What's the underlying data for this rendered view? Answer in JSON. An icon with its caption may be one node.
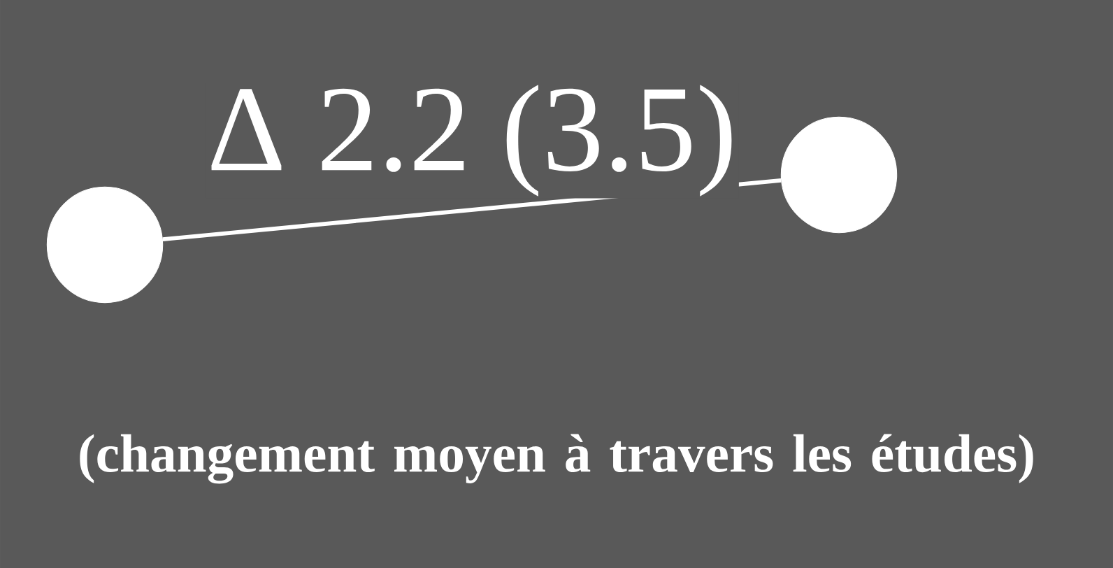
{
  "diagram": {
    "nodes": [
      {
        "text": [],
        "shape": "circle"
      },
      {
        "text": [],
        "shape": "circle"
      }
    ],
    "edges": [
      {
        "from": 0,
        "to": 1,
        "arrow": "none",
        "label": "Δ 2.2 (3.5)"
      }
    ],
    "labels": [
      "(changement moyen à travers les études)"
    ]
  }
}
